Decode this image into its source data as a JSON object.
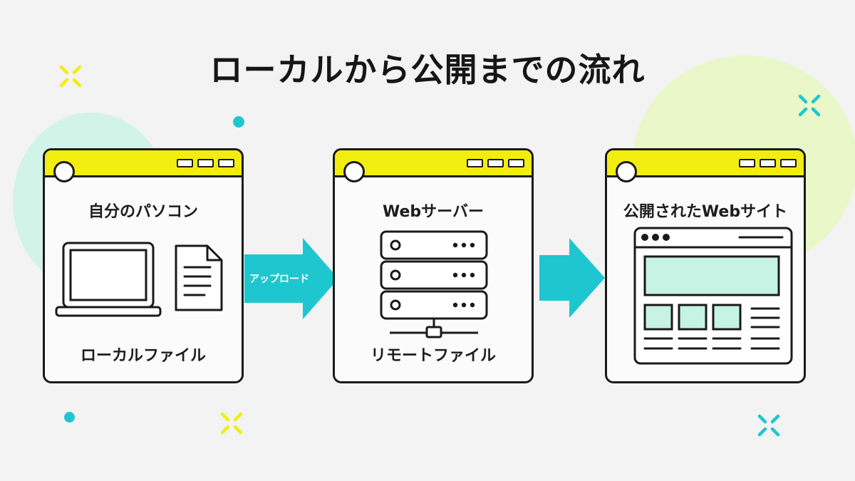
{
  "title": "ローカルから公開までの流れ",
  "colors": {
    "background": "#f3f3f3",
    "titlebar": "#f2ed10",
    "accent_teal": "#1ec7cf",
    "mint": "#c6f3e3",
    "outline": "#1a1a1a"
  },
  "steps": [
    {
      "title": "自分のパソコン",
      "caption": "ローカルファイル",
      "icon": "laptop-icon"
    },
    {
      "title": "Webサーバー",
      "caption": "リモートファイル",
      "icon": "server-icon"
    },
    {
      "title": "公開されたWebサイト",
      "caption": "",
      "icon": "website-icon"
    }
  ],
  "arrows": [
    {
      "label": "アップロード"
    },
    {
      "label": ""
    }
  ]
}
